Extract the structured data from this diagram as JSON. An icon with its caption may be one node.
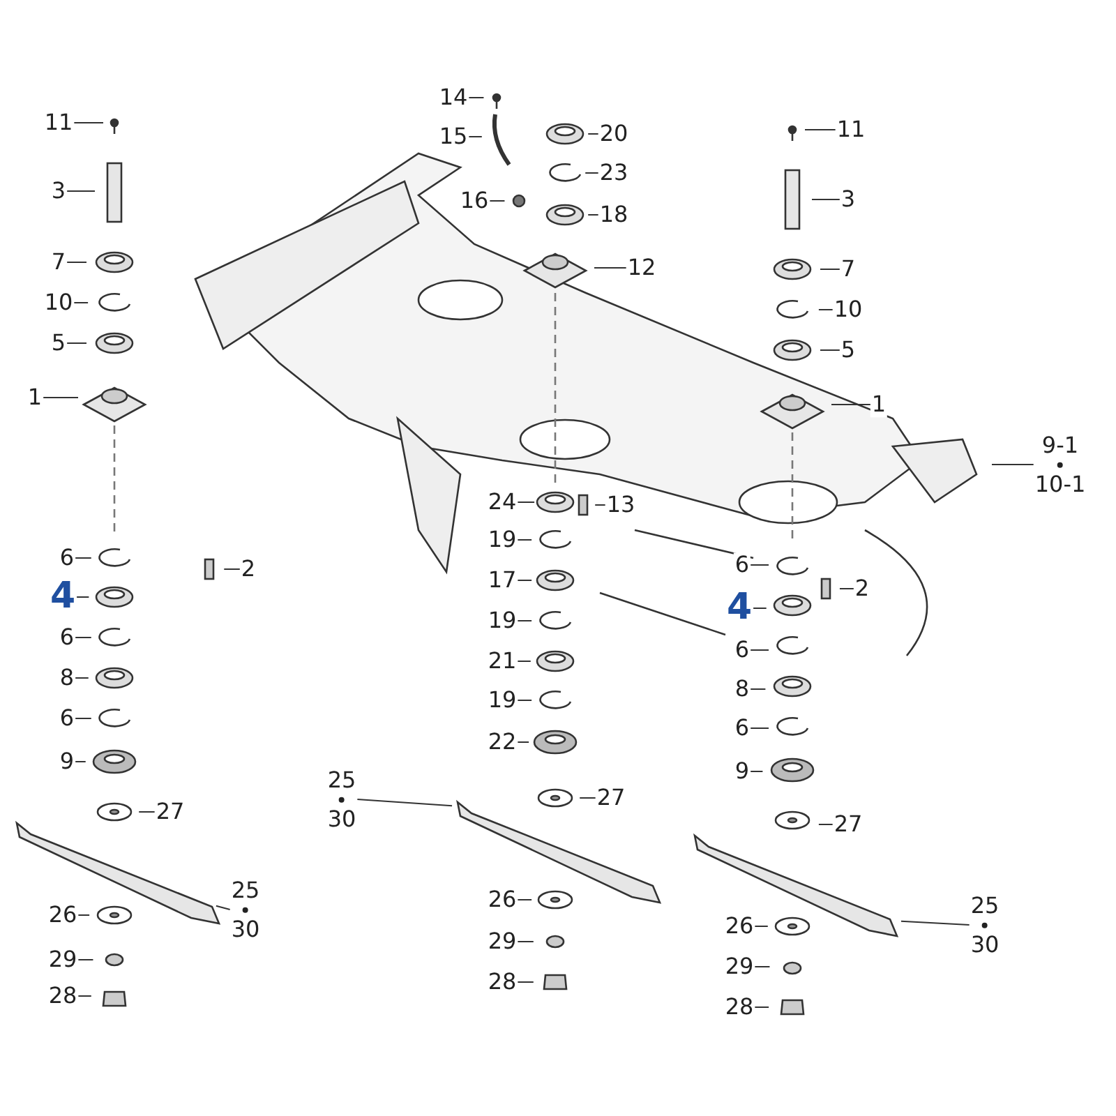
{
  "diagram": {
    "nodes": [
      {
        "text": [
          "14"
        ]
      },
      {
        "text": [
          "11"
        ]
      },
      {
        "text": [
          "11"
        ]
      },
      {
        "text": [
          "20"
        ]
      },
      {
        "text": [
          "15"
        ]
      },
      {
        "text": [
          "23"
        ]
      },
      {
        "text": [
          "3"
        ]
      },
      {
        "text": [
          "3"
        ]
      },
      {
        "text": [
          "16"
        ]
      },
      {
        "text": [
          "18"
        ]
      },
      {
        "text": [
          "7"
        ]
      },
      {
        "text": [
          "12"
        ]
      },
      {
        "text": [
          "7"
        ]
      },
      {
        "text": [
          "10"
        ]
      },
      {
        "text": [
          "10"
        ]
      },
      {
        "text": [
          "5"
        ]
      },
      {
        "text": [
          "5"
        ]
      },
      {
        "text": [
          "1"
        ]
      },
      {
        "text": [
          "1"
        ]
      },
      {
        "text": [
          "9-1",
          "10-1"
        ]
      },
      {
        "text": [
          "24"
        ]
      },
      {
        "text": [
          "13"
        ]
      },
      {
        "text": [
          "19"
        ]
      },
      {
        "text": [
          "6"
        ]
      },
      {
        "text": [
          "6"
        ]
      },
      {
        "text": [
          "2"
        ]
      },
      {
        "text": [
          "17"
        ]
      },
      {
        "text": [
          "2"
        ]
      },
      {
        "text": [
          "4"
        ]
      },
      {
        "text": [
          "4"
        ]
      },
      {
        "text": [
          "19"
        ]
      },
      {
        "text": [
          "6"
        ]
      },
      {
        "text": [
          "6"
        ]
      },
      {
        "text": [
          "21"
        ]
      },
      {
        "text": [
          "8"
        ]
      },
      {
        "text": [
          "8"
        ]
      },
      {
        "text": [
          "19"
        ]
      },
      {
        "text": [
          "6"
        ]
      },
      {
        "text": [
          "6"
        ]
      },
      {
        "text": [
          "22"
        ]
      },
      {
        "text": [
          "9"
        ]
      },
      {
        "text": [
          "9"
        ]
      },
      {
        "text": [
          "25",
          "30"
        ]
      },
      {
        "text": [
          "27"
        ]
      },
      {
        "text": [
          "27"
        ]
      },
      {
        "text": [
          "27"
        ]
      },
      {
        "text": [
          "26"
        ]
      },
      {
        "text": [
          "25",
          "30"
        ]
      },
      {
        "text": [
          "26"
        ]
      },
      {
        "text": [
          "25",
          "30"
        ]
      },
      {
        "text": [
          "26"
        ]
      },
      {
        "text": [
          "29"
        ]
      },
      {
        "text": [
          "29"
        ]
      },
      {
        "text": [
          "29"
        ]
      },
      {
        "text": [
          "28"
        ]
      },
      {
        "text": [
          "28"
        ]
      },
      {
        "text": [
          "28"
        ]
      }
    ],
    "edges": [
      {
        "from": 0,
        "to": null,
        "arrow": "none"
      },
      {
        "from": 1,
        "to": null,
        "arrow": "none"
      },
      {
        "from": 2,
        "to": null,
        "arrow": "none"
      },
      {
        "from": 3,
        "to": null,
        "arrow": "none"
      },
      {
        "from": 4,
        "to": null,
        "arrow": "none"
      },
      {
        "from": 5,
        "to": null,
        "arrow": "none"
      },
      {
        "from": 6,
        "to": null,
        "arrow": "none"
      },
      {
        "from": 7,
        "to": null,
        "arrow": "none"
      },
      {
        "from": 8,
        "to": null,
        "arrow": "none"
      },
      {
        "from": 9,
        "to": null,
        "arrow": "none"
      },
      {
        "from": 10,
        "to": null,
        "arrow": "none"
      },
      {
        "from": 11,
        "to": null,
        "arrow": "none"
      },
      {
        "from": 12,
        "to": null,
        "arrow": "none"
      },
      {
        "from": 13,
        "to": null,
        "arrow": "none"
      },
      {
        "from": 14,
        "to": null,
        "arrow": "none"
      },
      {
        "from": 15,
        "to": null,
        "arrow": "none"
      },
      {
        "from": 16,
        "to": null,
        "arrow": "none"
      },
      {
        "from": 17,
        "to": null,
        "arrow": "none"
      },
      {
        "from": 18,
        "to": null,
        "arrow": "none"
      },
      {
        "from": 19,
        "to": null,
        "arrow": "none"
      },
      {
        "from": 20,
        "to": null,
        "arrow": "none"
      },
      {
        "from": 21,
        "to": null,
        "arrow": "none"
      },
      {
        "from": 22,
        "to": null,
        "arrow": "none"
      },
      {
        "from": 23,
        "to": null,
        "arrow": "none"
      },
      {
        "from": 24,
        "to": null,
        "arrow": "none"
      },
      {
        "from": 25,
        "to": null,
        "arrow": "none"
      },
      {
        "from": 26,
        "to": null,
        "arrow": "none"
      },
      {
        "from": 27,
        "to": null,
        "arrow": "none"
      },
      {
        "from": 28,
        "to": null,
        "arrow": "none"
      },
      {
        "from": 29,
        "to": null,
        "arrow": "none"
      },
      {
        "from": 30,
        "to": null,
        "arrow": "none"
      },
      {
        "from": 31,
        "to": null,
        "arrow": "none"
      },
      {
        "from": 32,
        "to": null,
        "arrow": "none"
      },
      {
        "from": 33,
        "to": null,
        "arrow": "none"
      },
      {
        "from": 34,
        "to": null,
        "arrow": "none"
      },
      {
        "from": 35,
        "to": null,
        "arrow": "none"
      },
      {
        "from": 36,
        "to": null,
        "arrow": "none"
      },
      {
        "from": 37,
        "to": null,
        "arrow": "none"
      },
      {
        "from": 38,
        "to": null,
        "arrow": "none"
      },
      {
        "from": 39,
        "to": null,
        "arrow": "none"
      },
      {
        "from": 40,
        "to": null,
        "arrow": "none"
      },
      {
        "from": 41,
        "to": null,
        "arrow": "none"
      },
      {
        "from": 42,
        "to": null,
        "arrow": "none"
      },
      {
        "from": 43,
        "to": null,
        "arrow": "none"
      },
      {
        "from": 44,
        "to": null,
        "arrow": "none"
      },
      {
        "from": 45,
        "to": null,
        "arrow": "none"
      },
      {
        "from": 46,
        "to": null,
        "arrow": "none"
      },
      {
        "from": 47,
        "to": null,
        "arrow": "none"
      },
      {
        "from": 48,
        "to": null,
        "arrow": "none"
      },
      {
        "from": 49,
        "to": null,
        "arrow": "none"
      },
      {
        "from": 50,
        "to": null,
        "arrow": "none"
      },
      {
        "from": 51,
        "to": null,
        "arrow": "none"
      },
      {
        "from": 52,
        "to": null,
        "arrow": "none"
      },
      {
        "from": 53,
        "to": null,
        "arrow": "none"
      },
      {
        "from": 54,
        "to": null,
        "arrow": "none"
      },
      {
        "from": 55,
        "to": null,
        "arrow": "none"
      },
      {
        "from": 56,
        "to": null,
        "arrow": "none"
      }
    ]
  }
}
